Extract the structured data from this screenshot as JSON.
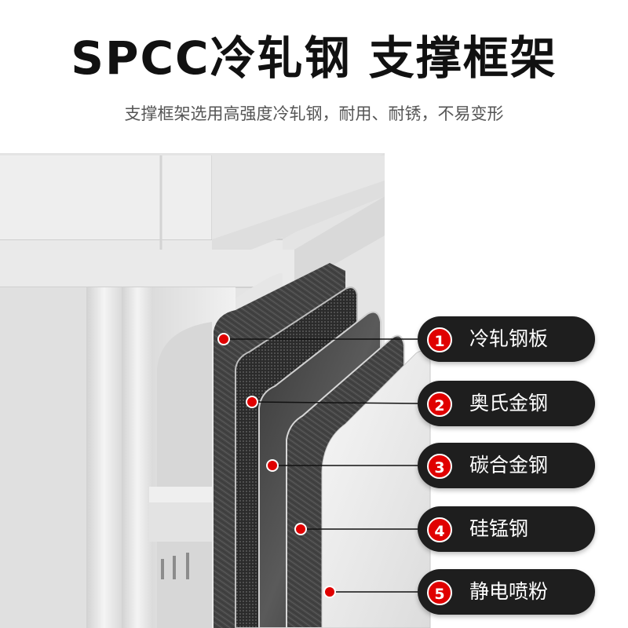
{
  "header": {
    "title": "SPCC冷轧钢 支撑框架",
    "subtitle": "支撑框架选用高强度冷轧钢，耐用、耐锈，不易变形"
  },
  "layers": [
    {
      "number": "1",
      "label": "冷轧钢板"
    },
    {
      "number": "2",
      "label": "奥氏金钢"
    },
    {
      "number": "3",
      "label": "碳合金钢"
    },
    {
      "number": "4",
      "label": "硅锰钢"
    },
    {
      "number": "5",
      "label": "静电喷粉"
    }
  ],
  "colors": {
    "accent": "#e00000",
    "pill": "#1e1e1e",
    "cabinet": "#e9e9e9"
  }
}
